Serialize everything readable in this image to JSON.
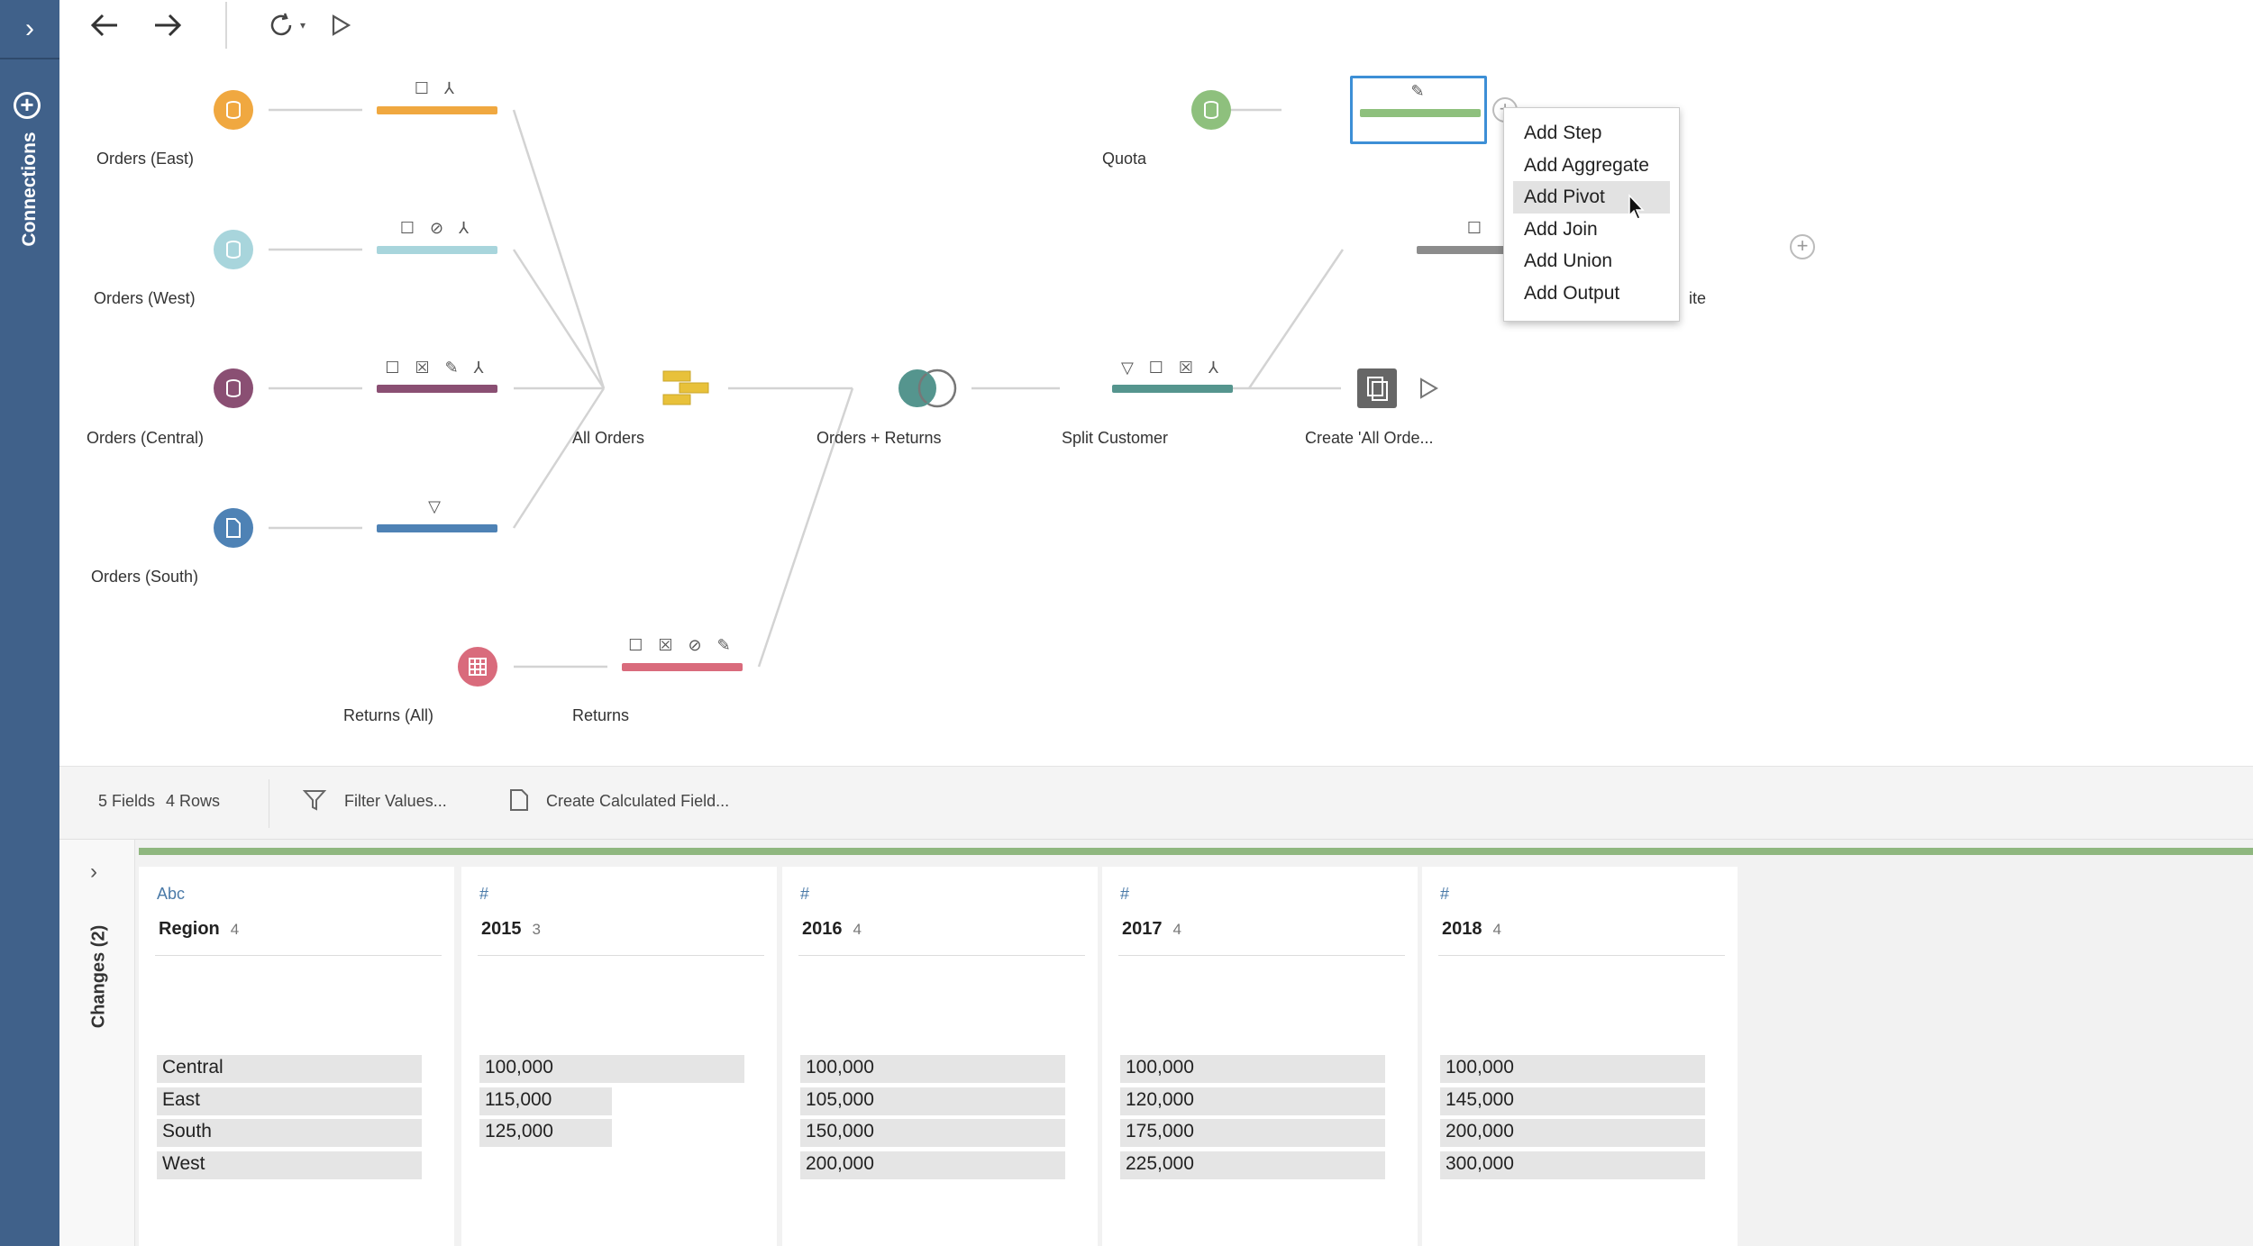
{
  "rail": {
    "label": "Connections"
  },
  "canvas": {
    "inputs": [
      {
        "label": "Orders (East)",
        "color": "#f0a840"
      },
      {
        "label": "Orders (West)",
        "color": "#a8d5dc"
      },
      {
        "label": "Orders (Central)",
        "color": "#8a4f73"
      },
      {
        "label": "Orders (South)",
        "color": "#4e82b5"
      },
      {
        "label": "Quota",
        "color": "#8ec07d"
      },
      {
        "label": "Returns (All)",
        "color": "#d96b7c"
      }
    ],
    "steps": {
      "union": "All Orders",
      "join": "Orders + Returns",
      "split": "Split Customer",
      "output": "Create 'All Orde...",
      "returns_clean": "Returns",
      "partial_label": "ite"
    }
  },
  "menu": {
    "items": [
      "Add Step",
      "Add Aggregate",
      "Add Pivot",
      "Add Join",
      "Add Union",
      "Add Output"
    ],
    "hovered": "Add Pivot"
  },
  "profile": {
    "fields_count": "5 Fields",
    "rows_count": "4 Rows",
    "filter_label": "Filter Values...",
    "calc_label": "Create Calculated Field...",
    "changes_label": "Changes (2)",
    "columns": [
      {
        "type": "Abc",
        "name": "Region",
        "count": "4",
        "values": [
          "Central",
          "East",
          "South",
          "West"
        ],
        "fills": [
          1,
          1,
          1,
          1
        ]
      },
      {
        "type": "#",
        "name": "2015",
        "count": "3",
        "values": [
          "100,000",
          "115,000",
          "125,000"
        ],
        "fills": [
          1,
          0.5,
          0.5
        ]
      },
      {
        "type": "#",
        "name": "2016",
        "count": "4",
        "values": [
          "100,000",
          "105,000",
          "150,000",
          "200,000"
        ],
        "fills": [
          1,
          1,
          1,
          1
        ]
      },
      {
        "type": "#",
        "name": "2017",
        "count": "4",
        "values": [
          "100,000",
          "120,000",
          "175,000",
          "225,000"
        ],
        "fills": [
          1,
          1,
          1,
          1
        ]
      },
      {
        "type": "#",
        "name": "2018",
        "count": "4",
        "values": [
          "100,000",
          "145,000",
          "200,000",
          "300,000"
        ],
        "fills": [
          1,
          1,
          1,
          1
        ]
      }
    ]
  }
}
